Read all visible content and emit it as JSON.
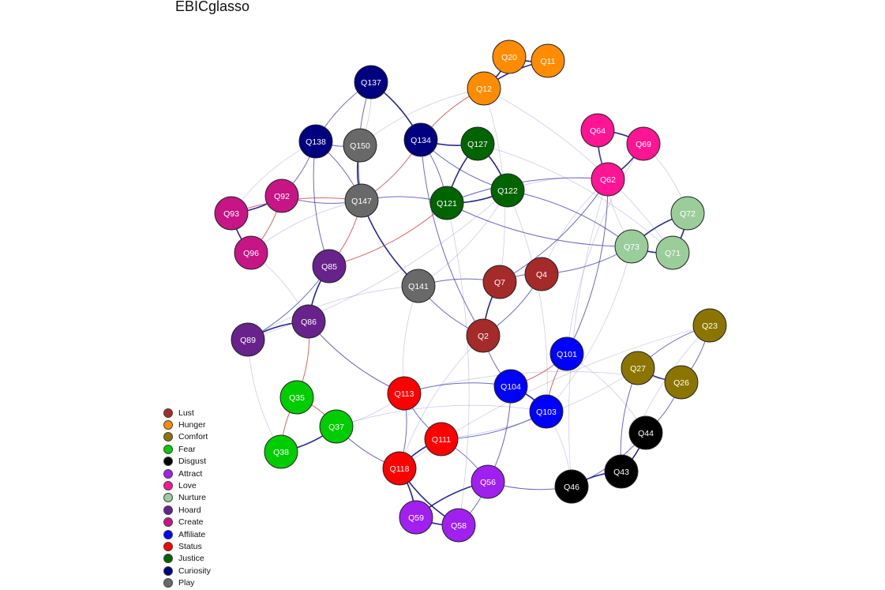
{
  "title": "EBICglasso",
  "groups": [
    {
      "name": "Lust",
      "color": "#A52A2A"
    },
    {
      "name": "Hunger",
      "color": "#FF8C00"
    },
    {
      "name": "Comfort",
      "color": "#8B7500"
    },
    {
      "name": "Fear",
      "color": "#00CD00"
    },
    {
      "name": "Disgust",
      "color": "#000000"
    },
    {
      "name": "Attract",
      "color": "#A020F0"
    },
    {
      "name": "Love",
      "color": "#FF1493"
    },
    {
      "name": "Nurture",
      "color": "#9ACD9A"
    },
    {
      "name": "Hoard",
      "color": "#68228B"
    },
    {
      "name": "Create",
      "color": "#C71585"
    },
    {
      "name": "Affiliate",
      "color": "#0000FF"
    },
    {
      "name": "Status",
      "color": "#FF0000"
    },
    {
      "name": "Justice",
      "color": "#006400"
    },
    {
      "name": "Curiosity",
      "color": "#000080"
    },
    {
      "name": "Play",
      "color": "#696969"
    }
  ],
  "nodes": [
    {
      "id": "Q20",
      "group": "Hunger"
    },
    {
      "id": "Q11",
      "group": "Hunger"
    },
    {
      "id": "Q12",
      "group": "Hunger"
    },
    {
      "id": "Q137",
      "group": "Curiosity"
    },
    {
      "id": "Q138",
      "group": "Curiosity"
    },
    {
      "id": "Q150",
      "group": "Play"
    },
    {
      "id": "Q134",
      "group": "Curiosity"
    },
    {
      "id": "Q127",
      "group": "Justice"
    },
    {
      "id": "Q64",
      "group": "Love"
    },
    {
      "id": "Q69",
      "group": "Love"
    },
    {
      "id": "Q62",
      "group": "Love"
    },
    {
      "id": "Q92",
      "group": "Create"
    },
    {
      "id": "Q93",
      "group": "Create"
    },
    {
      "id": "Q147",
      "group": "Play"
    },
    {
      "id": "Q121",
      "group": "Justice"
    },
    {
      "id": "Q122",
      "group": "Justice"
    },
    {
      "id": "Q72",
      "group": "Nurture"
    },
    {
      "id": "Q96",
      "group": "Create"
    },
    {
      "id": "Q73",
      "group": "Nurture"
    },
    {
      "id": "Q71",
      "group": "Nurture"
    },
    {
      "id": "Q85",
      "group": "Hoard"
    },
    {
      "id": "Q4",
      "group": "Lust"
    },
    {
      "id": "Q7",
      "group": "Lust"
    },
    {
      "id": "Q141",
      "group": "Play"
    },
    {
      "id": "Q86",
      "group": "Hoard"
    },
    {
      "id": "Q23",
      "group": "Comfort"
    },
    {
      "id": "Q89",
      "group": "Hoard"
    },
    {
      "id": "Q2",
      "group": "Lust"
    },
    {
      "id": "Q101",
      "group": "Affiliate"
    },
    {
      "id": "Q27",
      "group": "Comfort"
    },
    {
      "id": "Q26",
      "group": "Comfort"
    },
    {
      "id": "Q104",
      "group": "Affiliate"
    },
    {
      "id": "Q113",
      "group": "Status"
    },
    {
      "id": "Q35",
      "group": "Fear"
    },
    {
      "id": "Q103",
      "group": "Affiliate"
    },
    {
      "id": "Q37",
      "group": "Fear"
    },
    {
      "id": "Q44",
      "group": "Disgust"
    },
    {
      "id": "Q111",
      "group": "Status"
    },
    {
      "id": "Q38",
      "group": "Fear"
    },
    {
      "id": "Q118",
      "group": "Status"
    },
    {
      "id": "Q43",
      "group": "Disgust"
    },
    {
      "id": "Q56",
      "group": "Attract"
    },
    {
      "id": "Q46",
      "group": "Disgust"
    },
    {
      "id": "Q59",
      "group": "Attract"
    },
    {
      "id": "Q58",
      "group": "Attract"
    }
  ],
  "edges": [
    [
      "Q20",
      "Q11",
      "s"
    ],
    [
      "Q20",
      "Q12",
      "s"
    ],
    [
      "Q11",
      "Q12",
      "s"
    ],
    [
      "Q64",
      "Q69",
      "s"
    ],
    [
      "Q64",
      "Q62",
      "s"
    ],
    [
      "Q69",
      "Q62",
      "s"
    ],
    [
      "Q72",
      "Q73",
      "s"
    ],
    [
      "Q72",
      "Q71",
      "s"
    ],
    [
      "Q73",
      "Q71",
      "s"
    ],
    [
      "Q92",
      "Q93",
      "s"
    ],
    [
      "Q93",
      "Q96",
      "s"
    ],
    [
      "Q92",
      "Q96",
      "n"
    ],
    [
      "Q137",
      "Q138",
      "m"
    ],
    [
      "Q137",
      "Q134",
      "s"
    ],
    [
      "Q137",
      "Q147",
      "m"
    ],
    [
      "Q137",
      "Q150",
      "w"
    ],
    [
      "Q138",
      "Q150",
      "m"
    ],
    [
      "Q138",
      "Q147",
      "m"
    ],
    [
      "Q150",
      "Q147",
      "s"
    ],
    [
      "Q134",
      "Q147",
      "n"
    ],
    [
      "Q134",
      "Q127",
      "s"
    ],
    [
      "Q134",
      "Q121",
      "m"
    ],
    [
      "Q134",
      "Q122",
      "m"
    ],
    [
      "Q134",
      "Q12",
      "n"
    ],
    [
      "Q127",
      "Q121",
      "s"
    ],
    [
      "Q127",
      "Q122",
      "s"
    ],
    [
      "Q121",
      "Q122",
      "s"
    ],
    [
      "Q147",
      "Q121",
      "m"
    ],
    [
      "Q147",
      "Q141",
      "s"
    ],
    [
      "Q147",
      "Q92",
      "m"
    ],
    [
      "Q147",
      "Q93",
      "n"
    ],
    [
      "Q147",
      "Q85",
      "n"
    ],
    [
      "Q147",
      "Q96",
      "w"
    ],
    [
      "Q138",
      "Q92",
      "m"
    ],
    [
      "Q138",
      "Q85",
      "m"
    ],
    [
      "Q93",
      "Q138",
      "w"
    ],
    [
      "Q85",
      "Q86",
      "s"
    ],
    [
      "Q85",
      "Q89",
      "m"
    ],
    [
      "Q86",
      "Q89",
      "s"
    ],
    [
      "Q86",
      "Q35",
      "n"
    ],
    [
      "Q86",
      "Q113",
      "m"
    ],
    [
      "Q89",
      "Q141",
      "w"
    ],
    [
      "Q141",
      "Q2",
      "m"
    ],
    [
      "Q141",
      "Q7",
      "m"
    ],
    [
      "Q141",
      "Q122",
      "w"
    ],
    [
      "Q7",
      "Q4",
      "m"
    ],
    [
      "Q7",
      "Q2",
      "s"
    ],
    [
      "Q4",
      "Q2",
      "m"
    ],
    [
      "Q4",
      "Q73",
      "m"
    ],
    [
      "Q4",
      "Q62",
      "w"
    ],
    [
      "Q2",
      "Q104",
      "m"
    ],
    [
      "Q2",
      "Q134",
      "m"
    ],
    [
      "Q2",
      "Q118",
      "w"
    ],
    [
      "Q101",
      "Q104",
      "n"
    ],
    [
      "Q101",
      "Q103",
      "n"
    ],
    [
      "Q104",
      "Q103",
      "s"
    ],
    [
      "Q101",
      "Q62",
      "m"
    ],
    [
      "Q101",
      "Q44",
      "w"
    ],
    [
      "Q104",
      "Q113",
      "m"
    ],
    [
      "Q104",
      "Q56",
      "m"
    ],
    [
      "Q113",
      "Q111",
      "m"
    ],
    [
      "Q113",
      "Q118",
      "m"
    ],
    [
      "Q111",
      "Q118",
      "s"
    ],
    [
      "Q111",
      "Q56",
      "m"
    ],
    [
      "Q111",
      "Q103",
      "m"
    ],
    [
      "Q118",
      "Q59",
      "s"
    ],
    [
      "Q118",
      "Q58",
      "s"
    ],
    [
      "Q118",
      "Q37",
      "m"
    ],
    [
      "Q56",
      "Q59",
      "s"
    ],
    [
      "Q56",
      "Q58",
      "m"
    ],
    [
      "Q59",
      "Q58",
      "s"
    ],
    [
      "Q35",
      "Q37",
      "n"
    ],
    [
      "Q35",
      "Q38",
      "n"
    ],
    [
      "Q37",
      "Q38",
      "s"
    ],
    [
      "Q37",
      "Q113",
      "w"
    ],
    [
      "Q37",
      "Q103",
      "w"
    ],
    [
      "Q27",
      "Q26",
      "s"
    ],
    [
      "Q27",
      "Q23",
      "m"
    ],
    [
      "Q26",
      "Q23",
      "m"
    ],
    [
      "Q26",
      "Q44",
      "m"
    ],
    [
      "Q27",
      "Q43",
      "m"
    ],
    [
      "Q44",
      "Q43",
      "s"
    ],
    [
      "Q43",
      "Q46",
      "s"
    ],
    [
      "Q44",
      "Q46",
      "m"
    ],
    [
      "Q23",
      "Q43",
      "w"
    ],
    [
      "Q46",
      "Q56",
      "m"
    ],
    [
      "Q46",
      "Q103",
      "w"
    ],
    [
      "Q46",
      "Q62",
      "w"
    ],
    [
      "Q73",
      "Q122",
      "m"
    ],
    [
      "Q73",
      "Q121",
      "m"
    ],
    [
      "Q71",
      "Q127",
      "w"
    ],
    [
      "Q73",
      "Q103",
      "w"
    ],
    [
      "Q62",
      "Q121",
      "m"
    ],
    [
      "Q62",
      "Q7",
      "m"
    ],
    [
      "Q62",
      "Q122",
      "w"
    ],
    [
      "Q69",
      "Q72",
      "w"
    ],
    [
      "Q69",
      "Q101",
      "w"
    ],
    [
      "Q12",
      "Q71",
      "w"
    ],
    [
      "Q12",
      "Q150",
      "w"
    ],
    [
      "Q12",
      "Q7",
      "w"
    ],
    [
      "Q64",
      "Q73",
      "w"
    ],
    [
      "Q121",
      "Q58",
      "w"
    ],
    [
      "Q141",
      "Q113",
      "w"
    ],
    [
      "Q96",
      "Q86",
      "w"
    ],
    [
      "Q89",
      "Q122",
      "w"
    ],
    [
      "Q38",
      "Q89",
      "w"
    ],
    [
      "Q23",
      "Q118",
      "w"
    ],
    [
      "Q27",
      "Q111",
      "w"
    ],
    [
      "Q26",
      "Q113",
      "w"
    ],
    [
      "Q122",
      "Q103",
      "w"
    ],
    [
      "Q85",
      "Q121",
      "n"
    ]
  ]
}
